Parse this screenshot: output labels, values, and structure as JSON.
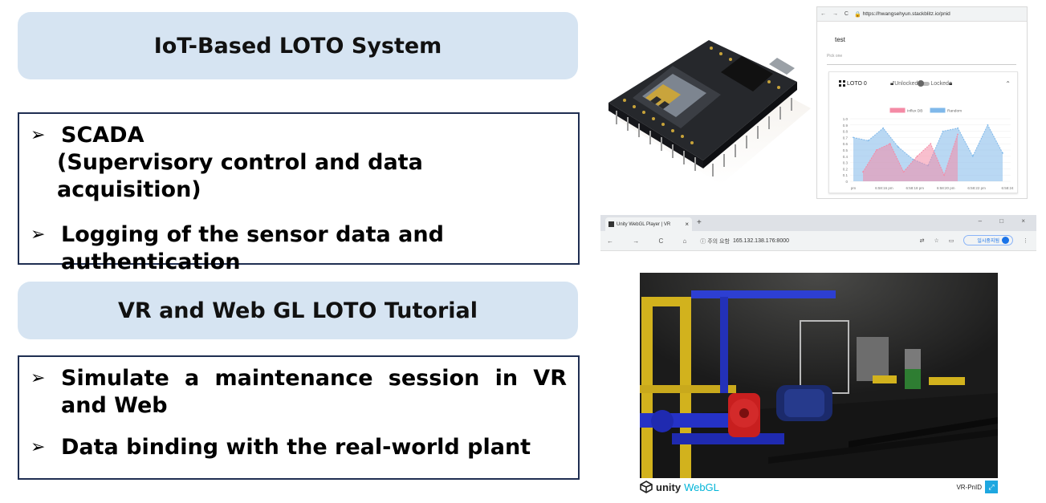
{
  "slide": {
    "banner1": "IoT-Based LOTO System",
    "box1": {
      "bullet1": "SCADA",
      "bullet1_sub": "(Supervisory control and data acquisition)",
      "bullet2": "Logging of the sensor data and authentication"
    },
    "banner2": "VR and Web GL LOTO Tutorial",
    "box2": {
      "bullet1": "Simulate a maintenance session in VR and Web",
      "bullet2": "Data binding with the real-world plant"
    },
    "bullet_glyph": "➢"
  },
  "dashboard": {
    "nav_glyphs": "← → C",
    "url": "https://hwangsehyun.stackblitz.io/pnid",
    "title": "test",
    "select_placeholder": "Pick one",
    "panel_title": "LOTO 0",
    "unlocked_label": "Unlocked",
    "locked_label": "Locked",
    "chart_data": {
      "type": "area",
      "series": [
        {
          "name": "Influx DB",
          "color": "#f48aa5",
          "values": [
            0.15,
            0.5,
            0.6,
            0.15,
            0.4,
            0.6,
            0.1,
            0.75
          ]
        },
        {
          "name": "Random",
          "color": "#7fb8ea",
          "values": [
            0.7,
            0.65,
            0.85,
            0.55,
            0.35,
            0.25,
            0.8,
            0.85,
            0.4,
            0.9,
            0.45
          ]
        }
      ],
      "yticks": [
        "1.0",
        "0.9",
        "0.8",
        "0.7",
        "0.6",
        "0.5",
        "0.4",
        "0.3",
        "0.2",
        "0.1",
        "0"
      ],
      "xticks": [
        "pm",
        "6:58:16 pm",
        "6:58:18 pm",
        "6:58:20 pm",
        "6:58:22 pm",
        "6:58:24"
      ],
      "ylim": [
        0,
        1
      ]
    }
  },
  "browser2": {
    "tab_title": "Unity WebGL Player | VR",
    "plus": "+",
    "window_controls": "– □ ×",
    "nav_glyphs": "← → C ⌂",
    "security": "ⓘ 주의 요함",
    "url": "165.132.138.176:8000",
    "pill_text": "일시중지됨",
    "pill_avatar": "ys"
  },
  "unity": {
    "logo_text": "unity",
    "webgl_text": "WebGL",
    "app_title": "VR-PnID",
    "fullscreen_glyph": "⤢"
  }
}
